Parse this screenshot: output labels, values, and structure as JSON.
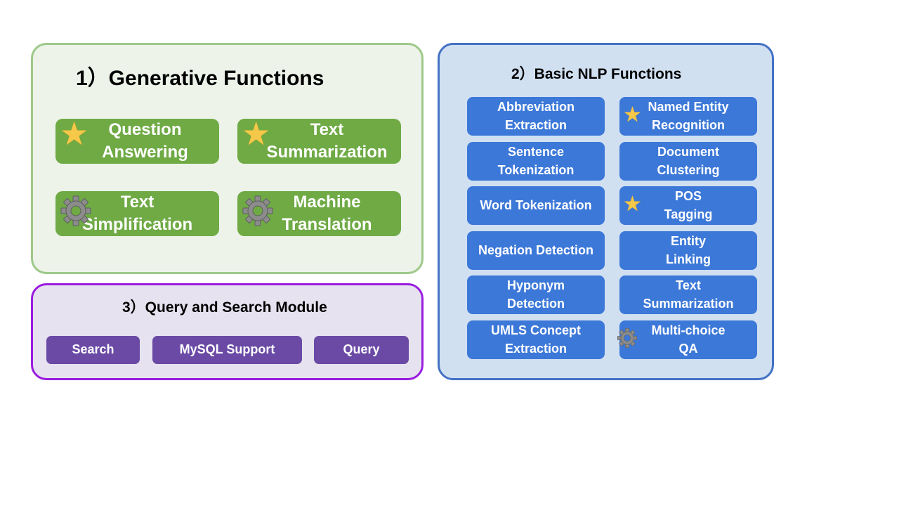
{
  "generative": {
    "title": "1）Generative Functions",
    "items": [
      {
        "label": "Question Answering",
        "lines": [
          "Question",
          "Answering"
        ],
        "icon": "star-icon"
      },
      {
        "label": "Text Summarization",
        "lines": [
          "Text",
          "Summarization"
        ],
        "icon": "star-icon"
      },
      {
        "label": "Text Simplification",
        "lines": [
          "Text",
          "Simplification"
        ],
        "icon": "gear-icon"
      },
      {
        "label": "Machine Translation",
        "lines": [
          "Machine",
          "Translation"
        ],
        "icon": "gear-icon"
      }
    ]
  },
  "basic_nlp": {
    "title": "2）Basic NLP Functions",
    "items": [
      {
        "lines": [
          "Abbreviation",
          "Extraction"
        ]
      },
      {
        "lines": [
          "Named Entity",
          "Recognition"
        ],
        "icon": "star-icon"
      },
      {
        "lines": [
          "Sentence",
          "Tokenization"
        ]
      },
      {
        "lines": [
          "Document",
          "Clustering"
        ]
      },
      {
        "lines": [
          "Word Tokenization"
        ]
      },
      {
        "lines": [
          "POS",
          "Tagging"
        ],
        "icon": "star-icon"
      },
      {
        "lines": [
          "Negation Detection"
        ]
      },
      {
        "lines": [
          "Entity",
          "Linking"
        ]
      },
      {
        "lines": [
          "Hyponym",
          "Detection"
        ]
      },
      {
        "lines": [
          "Text",
          "Summarization"
        ]
      },
      {
        "lines": [
          "UMLS Concept",
          "Extraction"
        ]
      },
      {
        "lines": [
          "Multi-choice",
          "QA"
        ],
        "icon": "gear-icon"
      }
    ]
  },
  "query": {
    "title": "3）Query and Search Module",
    "items": [
      "Search",
      "MySQL Support",
      "Query"
    ]
  },
  "colors": {
    "generative_box": "#6faa45",
    "nlp_box": "#3c78d8",
    "query_box": "#6a4aa5",
    "star": "#f6c84a",
    "gear": "#8c8c8c"
  }
}
